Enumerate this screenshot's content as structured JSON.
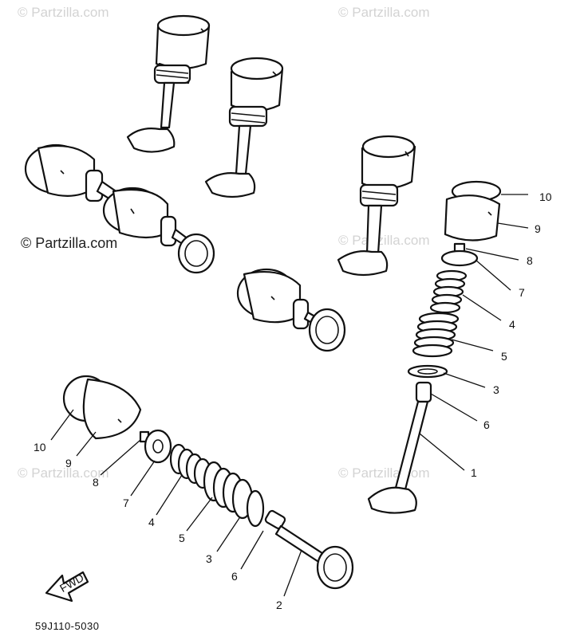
{
  "watermarks": {
    "light": "© Partzilla.com",
    "dark": "© Partzilla.com"
  },
  "diagram_code": "59J110-5030",
  "fwd_label": "FWD",
  "callouts_upper": [
    "10",
    "9",
    "8",
    "7",
    "4",
    "5",
    "3",
    "6",
    "1"
  ],
  "callouts_lower": [
    "10",
    "9",
    "8",
    "7",
    "4",
    "5",
    "3",
    "6",
    "2"
  ]
}
